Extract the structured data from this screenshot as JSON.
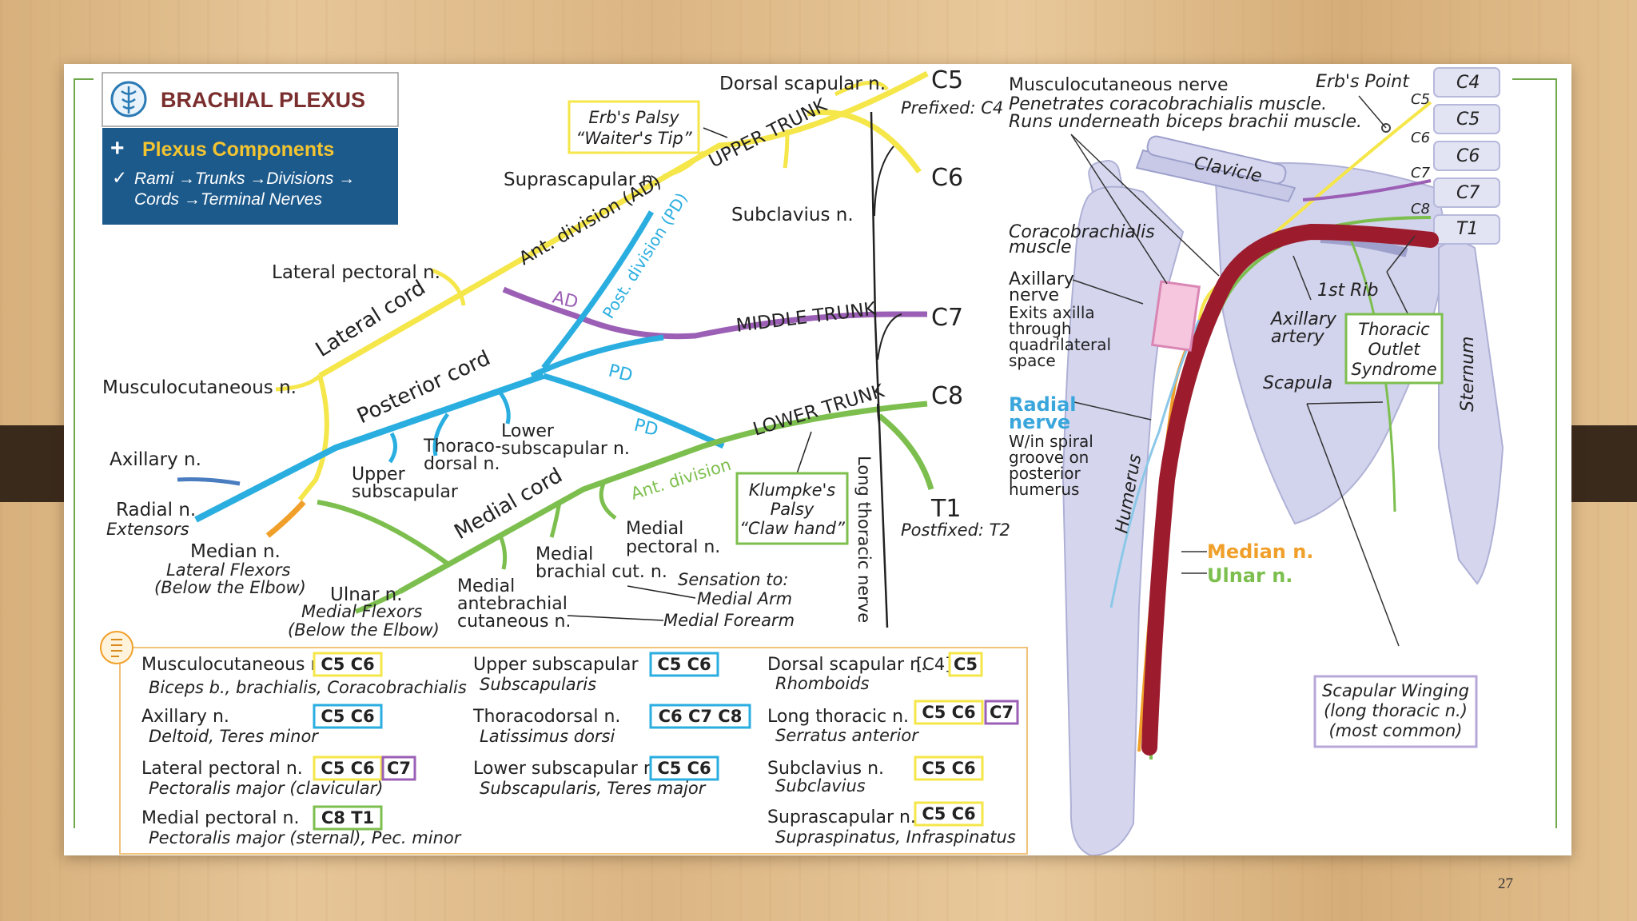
{
  "slide": {
    "page_number": "27",
    "title": "BRACHIAL PLEXUS",
    "components_heading": "Plexus Components",
    "components_line1": "Rami →Trunks →Divisions →",
    "components_line2": "Cords →Terminal Nerves"
  },
  "roots": {
    "c5": "C5",
    "prefixed": "Prefixed: C4",
    "c6": "C6",
    "c7": "C7",
    "c8": "C8",
    "t1": "T1",
    "postfixed": "Postfixed: T2"
  },
  "trunks": {
    "upper": "UPPER TRUNK",
    "middle": "MIDDLE TRUNK",
    "lower": "LOWER TRUNK"
  },
  "divisions": {
    "ant_ad": "Ant. division (AD)",
    "post_pd": "Post. division (PD)",
    "ad": "AD",
    "pd1": "PD",
    "pd2": "PD",
    "ant_div": "Ant. division"
  },
  "cords": {
    "lateral": "Lateral cord",
    "posterior": "Posterior cord",
    "medial": "Medial cord"
  },
  "branches": {
    "dorsal_scapular": "Dorsal scapular n.",
    "suprascapular": "Suprascapular n.",
    "subclavius": "Subclavius n.",
    "lateral_pectoral": "Lateral pectoral n.",
    "musculocutaneous": "Musculocutaneous n.",
    "axillary": "Axillary n.",
    "radial": "Radial n.",
    "radial_sub": "Extensors",
    "median": "Median n.",
    "median_sub1": "Lateral Flexors",
    "median_sub2": "(Below the Elbow)",
    "ulnar": "Ulnar n.",
    "ulnar_sub1": "Medial Flexors",
    "ulnar_sub2": "(Below the Elbow)",
    "upper_subscapular1": "Upper",
    "upper_subscapular2": "subscapular",
    "thoracodorsal1": "Thoraco-",
    "thoracodorsal2": "dorsal n.",
    "lower_subscapular1": "Lower",
    "lower_subscapular2": "subscapular n.",
    "medial_pectoral1": "Medial",
    "medial_pectoral2": "pectoral n.",
    "medial_brachial1": "Medial",
    "medial_brachial2": "brachial cut. n.",
    "medial_antebrachial1": "Medial",
    "medial_antebrachial2": "antebrachial",
    "medial_antebrachial3": "cutaneous n.",
    "sensation": "Sensation to:",
    "medial_arm": "Medial Arm",
    "medial_forearm": "Medial Forearm",
    "long_thoracic": "Long thoracic nerve"
  },
  "callouts": {
    "erbs1": "Erb's Palsy",
    "erbs2": "“Waiter's Tip”",
    "klumpke1": "Klumpke's",
    "klumpke2": "Palsy",
    "klumpke3": "“Claw hand”"
  },
  "anatomy": {
    "mc_title": "Musculocutaneous nerve",
    "mc_line1": "Penetrates coracobrachialis muscle.",
    "mc_line2": "Runs underneath biceps brachii muscle.",
    "erbs_point": "Erb's Point",
    "clavicle": "Clavicle",
    "coraco1": "Coracobrachialis",
    "coraco2": "muscle",
    "axillary1": "Axillary",
    "axillary2": "nerve",
    "exits1": "Exits axilla",
    "exits2": "through",
    "exits3": "quadrilateral",
    "exits4": "space",
    "radial1": "Radial",
    "radial2": "nerve",
    "spiral1": "W/in spiral",
    "spiral2": "groove on",
    "spiral3": "posterior",
    "spiral4": "humerus",
    "humerus": "Humerus",
    "first_rib": "1st Rib",
    "ax_artery1": "Axillary",
    "ax_artery2": "artery",
    "scapula": "Scapula",
    "tos1": "Thoracic",
    "tos2": "Outlet",
    "tos3": "Syndrome",
    "sternum": "Sternum",
    "median": "Median n.",
    "ulnar": "Ulnar n.",
    "winging1": "Scapular Winging",
    "winging2": "(long thoracic n.)",
    "winging3": "(most common)",
    "vert_labels": [
      "C4",
      "C5",
      "C6",
      "C7",
      "T1"
    ],
    "root_labels": [
      "C5",
      "C6",
      "C7",
      "C8",
      "T1"
    ]
  },
  "table": {
    "col1": [
      {
        "nerve": "Musculocutaneous n.",
        "muscles": "Biceps b., brachialis, Coracobrachialis",
        "roots": "C5 C6",
        "extra": ""
      },
      {
        "nerve": "Axillary n.",
        "muscles": "Deltoid, Teres minor",
        "roots": "C5 C6",
        "extra": ""
      },
      {
        "nerve": "Lateral pectoral n.",
        "muscles": "Pectoralis major (clavicular)",
        "roots": "C5 C6",
        "extra": "C7"
      },
      {
        "nerve": "Medial pectoral n.",
        "muscles": "Pectoralis major (sternal), Pec. minor",
        "roots": "C8 T1",
        "extra": ""
      }
    ],
    "col2": [
      {
        "nerve": "Upper subscapular",
        "muscles": "Subscapularis",
        "roots": "C5 C6"
      },
      {
        "nerve": "Thoracodorsal n.",
        "muscles": "Latissimus dorsi",
        "roots": "C6 C7 C8"
      },
      {
        "nerve": "Lower subscapular n.",
        "muscles": "Subscapularis, Teres major",
        "roots": "C5 C6"
      }
    ],
    "col3": [
      {
        "nerve": "Dorsal scapular n.",
        "muscles": "Rhomboids",
        "prefix": "[C4]",
        "roots": "C5",
        "extra": ""
      },
      {
        "nerve": "Long thoracic n.",
        "muscles": "Serratus anterior",
        "prefix": "",
        "roots": "C5 C6",
        "extra": "C7"
      },
      {
        "nerve": "Subclavius n.",
        "muscles": "Subclavius",
        "prefix": "",
        "roots": "C5 C6",
        "extra": ""
      },
      {
        "nerve": "Suprascapular n.",
        "muscles": "Supraspinatus, Infraspinatus",
        "prefix": "",
        "roots": "C5 C6",
        "extra": ""
      }
    ]
  },
  "colors": {
    "upper": "#f5e64a",
    "middle": "#9b5fb5",
    "lower": "#7dbf4e",
    "posterior": "#2aaee0",
    "median": "#f0a02a",
    "artery": "#9c1c2e",
    "navy": "#1d5a8c"
  }
}
